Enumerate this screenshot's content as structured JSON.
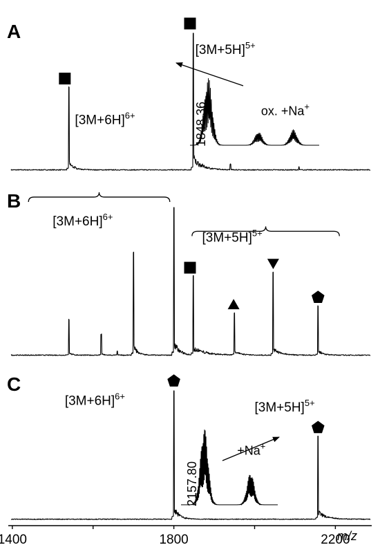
{
  "chart_data": {
    "type": "line",
    "xlabel": "m/z",
    "xlim": [
      1390,
      2290
    ],
    "xticks": [
      1400,
      1800,
      2200
    ],
    "panels": [
      {
        "letter": "A",
        "peaks": [
          {
            "x": 1540,
            "h": 0.6,
            "spread": 1.0
          },
          {
            "x": 1848,
            "h": 1.0,
            "spread": 1.6
          },
          {
            "x": 1940,
            "h": 0.04,
            "spread": 0.3
          },
          {
            "x": 2110,
            "h": 0.02,
            "spread": 0.2
          }
        ],
        "markers": [
          {
            "x": 1530,
            "shape": "square"
          },
          {
            "x": 1840,
            "shape": "square"
          }
        ],
        "labels": [
          {
            "x": 1555,
            "text": "[3M+6H]",
            "sup": "6+",
            "row": 0.34
          },
          {
            "x": 1853,
            "text": "[3M+5H]",
            "sup": "5+",
            "row": 0.85
          }
        ],
        "inset": {
          "xlabel": "1848.36",
          "annotation": "ox. +Na",
          "annotation_sup": "+",
          "envelopes": [
            {
              "pos": 0.14,
              "h": 1.0,
              "w": 0.11
            },
            {
              "pos": 0.53,
              "h": 0.2,
              "w": 0.1
            },
            {
              "pos": 0.8,
              "h": 0.23,
              "w": 0.1
            }
          ]
        }
      },
      {
        "letter": "B",
        "peaks": [
          {
            "x": 1540,
            "h": 0.24,
            "spread": 0.5
          },
          {
            "x": 1620,
            "h": 0.14,
            "spread": 0.4
          },
          {
            "x": 1660,
            "h": 0.03,
            "spread": 0.2
          },
          {
            "x": 1700,
            "h": 0.69,
            "spread": 0.8
          },
          {
            "x": 1800,
            "h": 1.0,
            "spread": 1.0
          },
          {
            "x": 1848,
            "h": 0.53,
            "spread": 2.4
          },
          {
            "x": 1950,
            "h": 0.28,
            "spread": 1.0
          },
          {
            "x": 2046,
            "h": 0.56,
            "spread": 1.2
          },
          {
            "x": 2157,
            "h": 0.33,
            "spread": 1.0
          }
        ],
        "markers": [
          {
            "x": 1840,
            "shape": "square"
          },
          {
            "x": 1948,
            "shape": "triangle-up"
          },
          {
            "x": 2046,
            "shape": "triangle-down"
          },
          {
            "x": 2157,
            "shape": "pentagon"
          }
        ],
        "labels": [
          {
            "x": 1500,
            "text": "[3M+6H]",
            "sup": "6+",
            "row": 0.88
          },
          {
            "x": 1870,
            "text": "[3M+5H]",
            "sup": "5+",
            "row": 0.77
          }
        ],
        "braces": [
          {
            "x1": 1440,
            "x2": 1790,
            "row": 1.07
          },
          {
            "x1": 1845,
            "x2": 2210,
            "row": 0.84
          }
        ]
      },
      {
        "letter": "C",
        "peaks": [
          {
            "x": 1800,
            "h": 1.0,
            "spread": 1.0
          },
          {
            "x": 2157,
            "h": 0.64,
            "spread": 1.6
          }
        ],
        "markers": [
          {
            "x": 1800,
            "shape": "pentagon"
          },
          {
            "x": 2157,
            "shape": "pentagon"
          }
        ],
        "labels": [
          {
            "x": 1530,
            "text": "[3M+6H]",
            "sup": "6+",
            "row": 0.89
          },
          {
            "x": 2000,
            "text": "[3M+5H]",
            "sup": "5+",
            "row": 0.84
          }
        ],
        "inset": {
          "xlabel": "2157.80",
          "annotation": "+Na",
          "annotation_sup": "+",
          "envelopes": [
            {
              "pos": 0.24,
              "h": 1.0,
              "w": 0.14
            },
            {
              "pos": 0.72,
              "h": 0.42,
              "w": 0.13
            }
          ]
        }
      }
    ]
  }
}
